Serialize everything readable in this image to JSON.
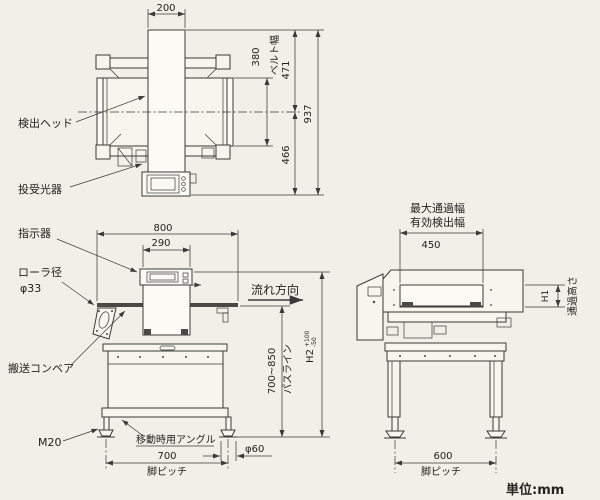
{
  "drawing": {
    "unit_note": "単位:mm",
    "top_view": {
      "labels": {
        "detection_head": "検出ヘッド",
        "emitter_receiver": "投受光器",
        "belt_width": "ベルト幅"
      },
      "dims": {
        "head_depth": "200",
        "belt_width": "380",
        "upper_half": "471",
        "lower_half": "466",
        "overall_depth": "937"
      }
    },
    "front_view": {
      "labels": {
        "indicator": "指示器",
        "roller_dia_label": "ローラ径",
        "roller_dia_value": "φ33",
        "conveyor": "搬送コンベア",
        "foot_thread": "M20",
        "moving_angle": "移動時用アングル",
        "flow_direction": "流れ方向",
        "pass_line": "パスライン",
        "leg_pitch_label": "脚ピッチ"
      },
      "dims": {
        "overall_length": "800",
        "head_width": "290",
        "pass_line_height": "700~850",
        "overall_height": "H2",
        "height_tol_plus": "+100",
        "height_tol_minus": "-50",
        "leg_pitch": "700",
        "foot_dia": "φ60"
      }
    },
    "side_view": {
      "labels": {
        "max_pass_width": "最大通過幅",
        "effective_detect_width": "有効検出幅",
        "pass_height_label": "通過高さ",
        "leg_pitch_label": "脚ピッチ"
      },
      "dims": {
        "opening_width": "450",
        "pass_height": "H1",
        "leg_pitch": "600"
      }
    }
  }
}
